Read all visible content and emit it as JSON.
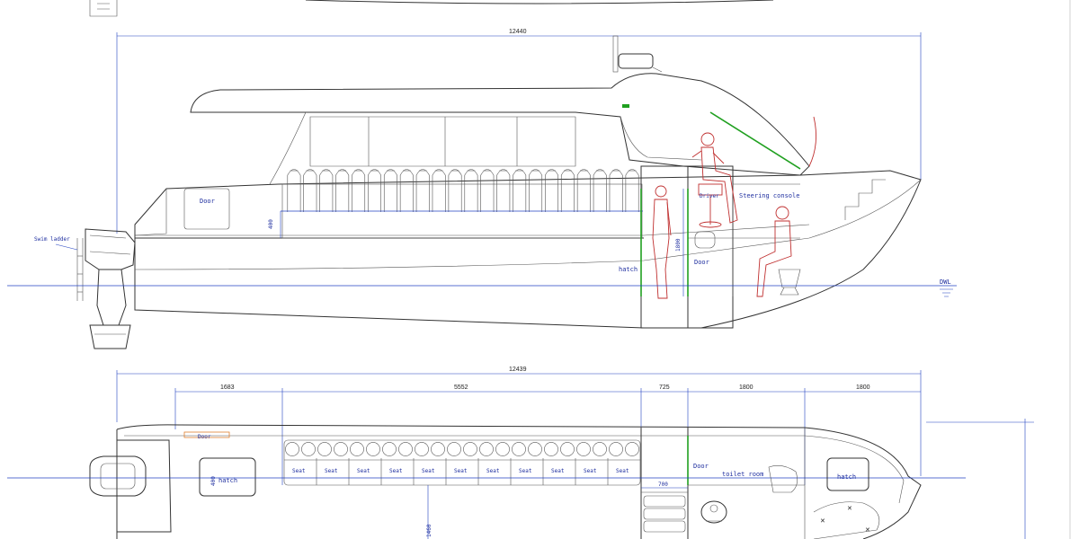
{
  "side_view": {
    "overall_length": "12440",
    "labels": {
      "swim_ladder": "Swim ladder",
      "door": "Door",
      "dim_400": "400",
      "dim_1800": "1800",
      "hatch": "hatch",
      "door_cabin": "Door",
      "driver": "Driver",
      "steering_console": "Steering console",
      "dwl": "DWL"
    },
    "seat_count": 22
  },
  "plan_view": {
    "overall_length": "12439",
    "segments": [
      "1683",
      "5552",
      "725",
      "1800",
      "1800"
    ],
    "labels": {
      "door": "Door",
      "hatch_left": "hatch",
      "dim_400": "400",
      "door_mid": "Door",
      "toilet_room": "toilet room",
      "hatch_right": "hatch",
      "dim_700": "700",
      "dim_1460": "1460"
    },
    "seat_label": "Seat",
    "seat_count": 11
  },
  "colors": {
    "hull": "#333333",
    "dimension": "#2040c0",
    "figures": "#c03030",
    "highlight": "#20a020"
  }
}
